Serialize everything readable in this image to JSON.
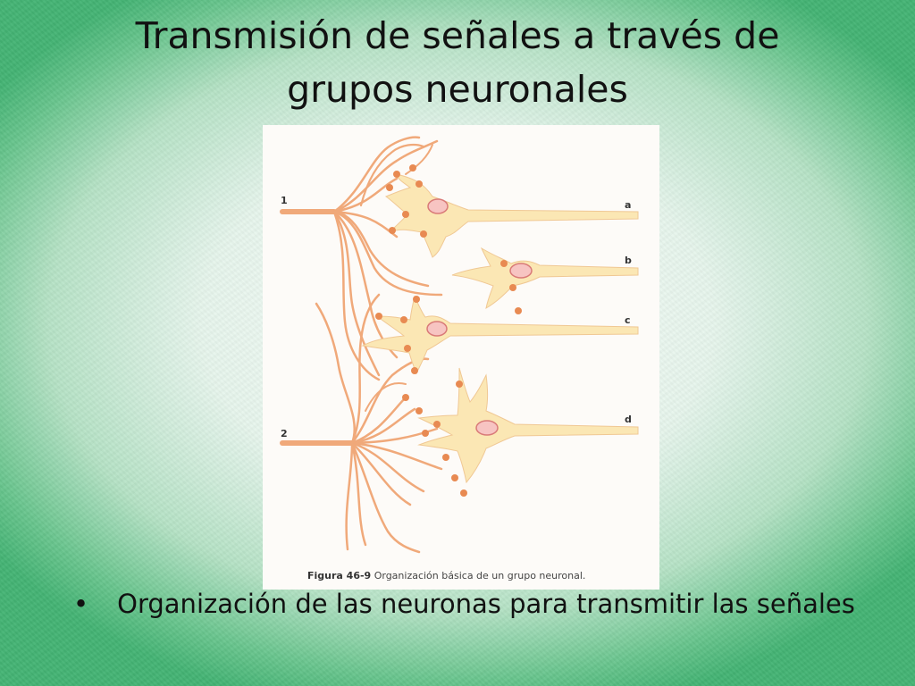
{
  "slide": {
    "title_line1": "Transmisión de señales a través de",
    "title_line2": "grupos neuronales",
    "bullet_text": "Organización de las neuronas para transmitir las señales",
    "bullet_marker": "•"
  },
  "figure": {
    "fiber_labels": {
      "input_1": "1",
      "input_2": "2"
    },
    "output_labels": {
      "a": "a",
      "b": "b",
      "c": "c",
      "d": "d"
    },
    "caption_bold": "Figura 46-9",
    "caption_text": "Organización básica de un grupo neuronal.",
    "colors": {
      "fiber": "#f0a97a",
      "neuron_body": "#fbe7b4",
      "nucleus": "#f7c4c2",
      "synapse": "#e88a52"
    }
  }
}
